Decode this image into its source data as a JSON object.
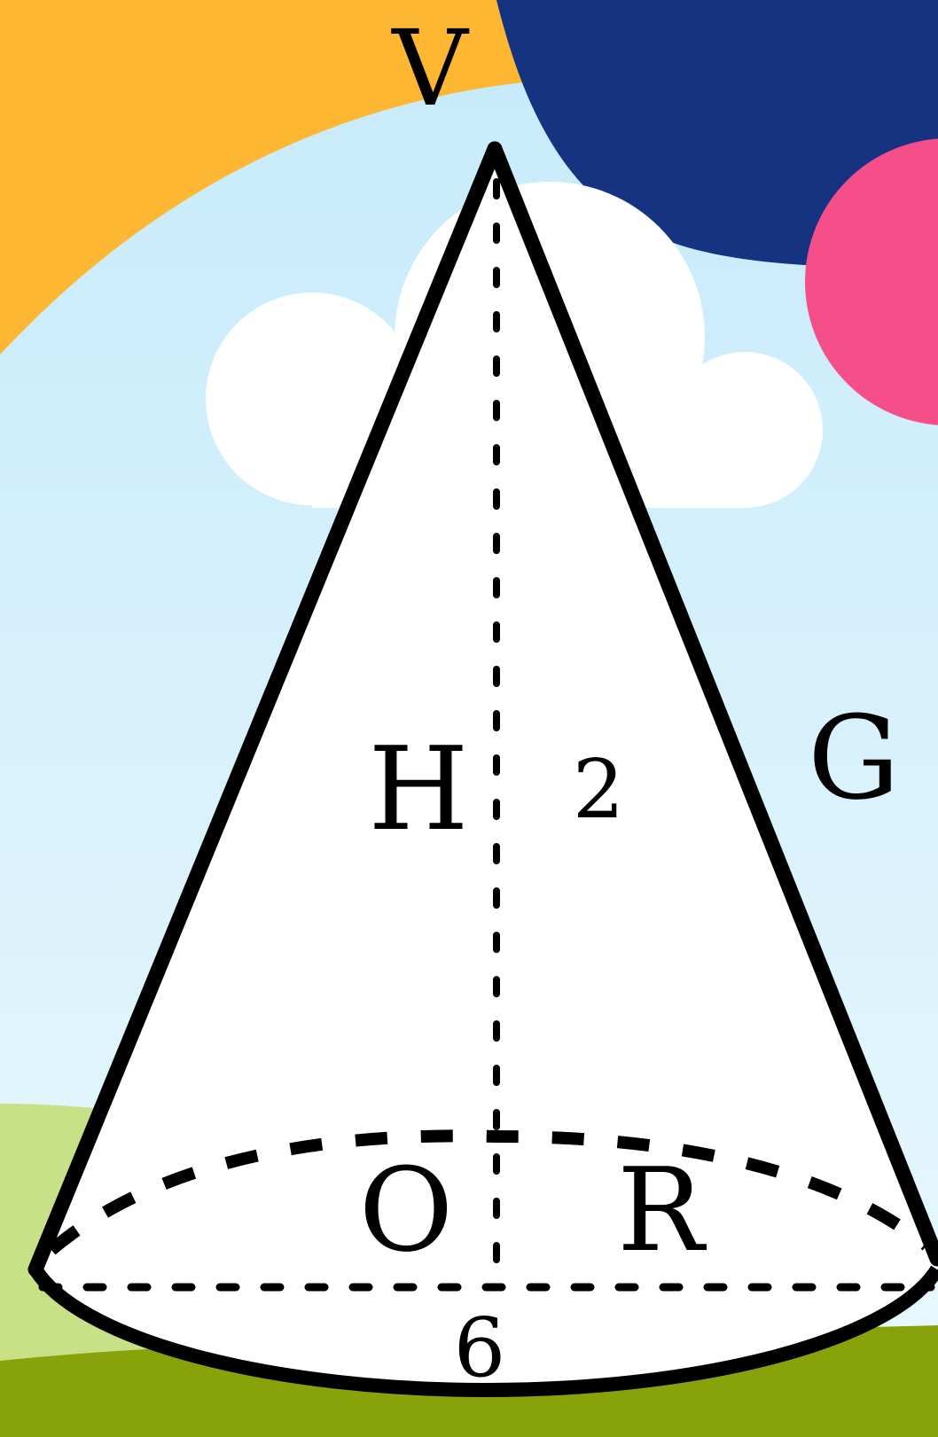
{
  "labels": {
    "vertex": "V",
    "height": "H",
    "height_value": "2",
    "slant": "G",
    "center": "O",
    "radius": "R",
    "diameter_value": "6"
  },
  "colors": {
    "sky_top": "#c6eafb",
    "sky_bottom": "#e9f8fd",
    "sun": "#fdb733",
    "navy_shape": "#163382",
    "pink_circle": "#f54f8a",
    "hill_light": "#c8e086",
    "hill_dark": "#88a30a",
    "cloud": "#ffffff",
    "cone_fill": "#ffffff",
    "stroke": "#000000"
  }
}
